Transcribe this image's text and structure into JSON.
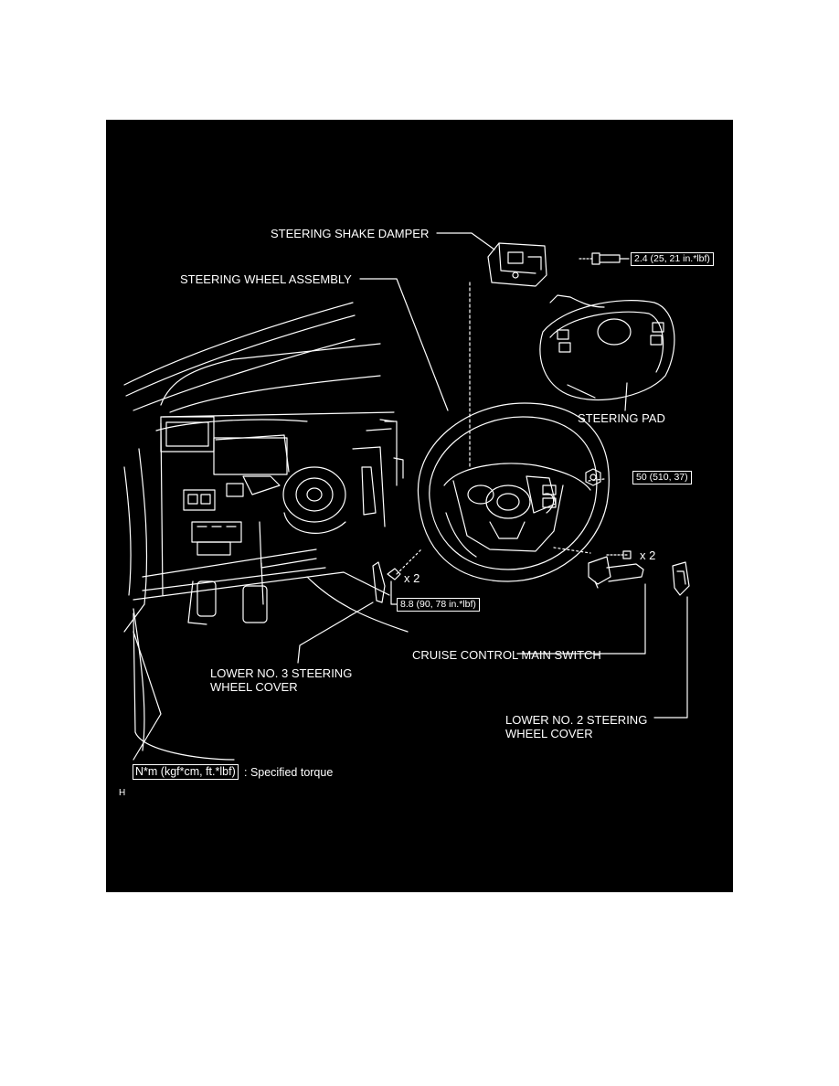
{
  "labels": {
    "shake_damper": "STEERING SHAKE DAMPER",
    "wheel_assembly": "STEERING WHEEL ASSEMBLY",
    "steering_pad": "STEERING PAD",
    "cruise_switch": "CRUISE CONTROL MAIN SWITCH",
    "lower_no3_line1": "LOWER NO. 3 STEERING",
    "lower_no3_line2": "WHEEL COVER",
    "lower_no2_line1": "LOWER NO. 2 STEERING",
    "lower_no2_line2": "WHEEL COVER"
  },
  "torques": {
    "damper_bolt": "2.4 (25, 21 in.*lbf)",
    "wheel_nut": "50 (510, 37)",
    "cover_screw": "8.8 (90, 78 in.*lbf)"
  },
  "quantities": {
    "switch_screws": "x 2",
    "cover_screws": "x 2"
  },
  "legend": {
    "unit_box": "N*m (kgf*cm, ft.*lbf)",
    "unit_desc": ": Specified torque"
  },
  "figure_code": "H",
  "colors": {
    "background": "#000000",
    "line": "#ffffff",
    "page": "#ffffff"
  }
}
